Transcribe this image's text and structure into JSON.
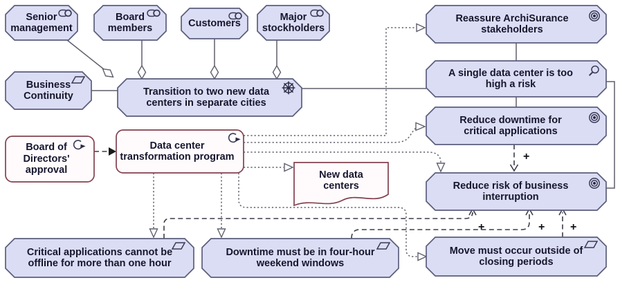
{
  "labels": {
    "plus": "+"
  },
  "nodes": {
    "senior_management": {
      "label": "Senior\nmanagement",
      "type": "stakeholder"
    },
    "board_members": {
      "label": "Board\nmembers",
      "type": "stakeholder"
    },
    "customers": {
      "label": "Customers",
      "type": "stakeholder"
    },
    "major_stockholders": {
      "label": "Major\nstockholders",
      "type": "stakeholder"
    },
    "business_continuity": {
      "label": "Business\nContinuity",
      "type": "driver"
    },
    "transition_goal": {
      "label": "Transition to two new data\ncenters in separate cities",
      "type": "goal-wheel"
    },
    "reassure": {
      "label": "Reassure ArchiSurance\nstakeholders",
      "type": "goal"
    },
    "single_dc_risk": {
      "label": "A single data center is too\nhigh a risk",
      "type": "assessment"
    },
    "reduce_downtime": {
      "label": "Reduce downtime for\ncritical applications",
      "type": "goal"
    },
    "reduce_risk": {
      "label": "Reduce risk of business\ninterruption",
      "type": "goal"
    },
    "board_approval": {
      "label": "Board of\nDirectors'\napproval",
      "type": "work-package"
    },
    "dc_program": {
      "label": "Data center\ntransformation program",
      "type": "work-package"
    },
    "new_data_centers": {
      "label": "New data\ncenters",
      "type": "deliverable"
    },
    "critical_apps": {
      "label": "Critical applications cannot be\noffline for more than one hour",
      "type": "constraint"
    },
    "downtime_windows": {
      "label": "Downtime must be in four-hour\nweekend windows",
      "type": "constraint"
    },
    "move_closing": {
      "label": "Move must occur outside of\nclosing periods",
      "type": "constraint"
    }
  },
  "colors": {
    "mfill": "#dbddf4",
    "mborder": "#5b5d7c",
    "ifill": "#fffbfd",
    "iborder": "#82414f",
    "text": "#16162e",
    "line": "#5f5f6b",
    "bg": "#ffffff"
  }
}
